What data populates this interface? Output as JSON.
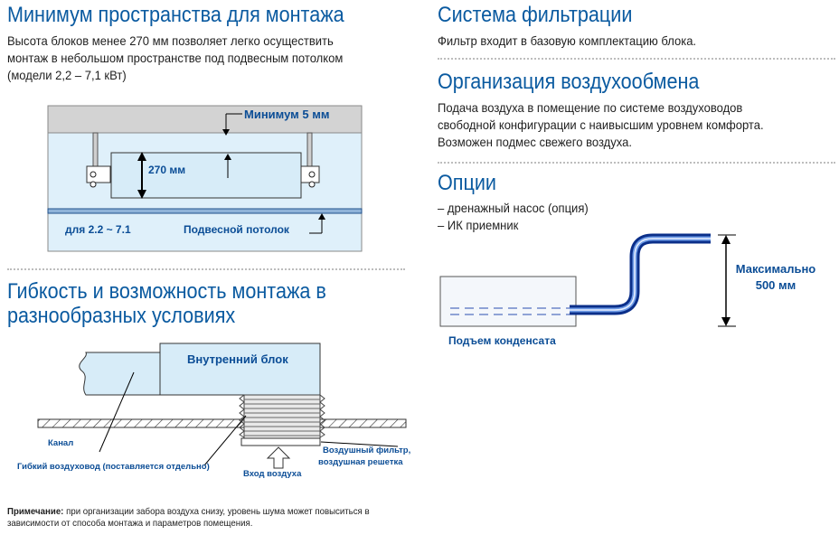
{
  "left": {
    "section1": {
      "title": "Минимум пространства для монтажа",
      "text": "Высота блоков менее 270 мм позволяет легко осуществить\nмонтаж в небольшом пространстве под подвесным потолком\n(модели 2,2 – 7,1 кВт)"
    },
    "diagram1": {
      "min_label": "Минимум 5 мм",
      "height_label": "270 мм",
      "models_label": "для 2.2 ~ 7.1",
      "ceiling_label": "Подвесной потолок"
    },
    "section2": {
      "title_line1": "Гибкость и возможность монтажа в",
      "title_line2": "разнообразных условиях"
    },
    "diagram2": {
      "indoor_unit": "Внутренний блок",
      "channel": "Канал",
      "flex_duct": "Гибкий воздуховод (поставляется отдельно)",
      "air_inlet": "Вход воздуха",
      "filter_line1": "Воздушный фильтр,",
      "filter_line2": "воздушная решетка"
    },
    "note": {
      "label": "Примечание:",
      "text": " при организации забора воздуха снизу, уровень шума может повыситься в зависимости от способа монтажа и параметров помещения."
    }
  },
  "right": {
    "filtration": {
      "title": "Система фильтрации",
      "text": "Фильтр входит в базовую комплектацию блока."
    },
    "airflow": {
      "title": "Организация воздухообмена",
      "text": "Подача воздуха в помещение по системе воздуховодов\nсвободной конфигурации с наивысшим уровнем комфорта.\nВозможен подмес свежего воздуха."
    },
    "options": {
      "title": "Опции",
      "items": [
        "– дренажный насос (опция)",
        "– ИК приемник"
      ]
    },
    "diagram3": {
      "max_line1": "Максимально",
      "max_line2": "500 мм",
      "lift_label": "Подъем конденсата"
    }
  },
  "colors": {
    "heading": "#0a5aa0",
    "label": "#0b4d96",
    "unit_fill": "#d7ecf8",
    "frame_fill": "#dff0fa"
  }
}
